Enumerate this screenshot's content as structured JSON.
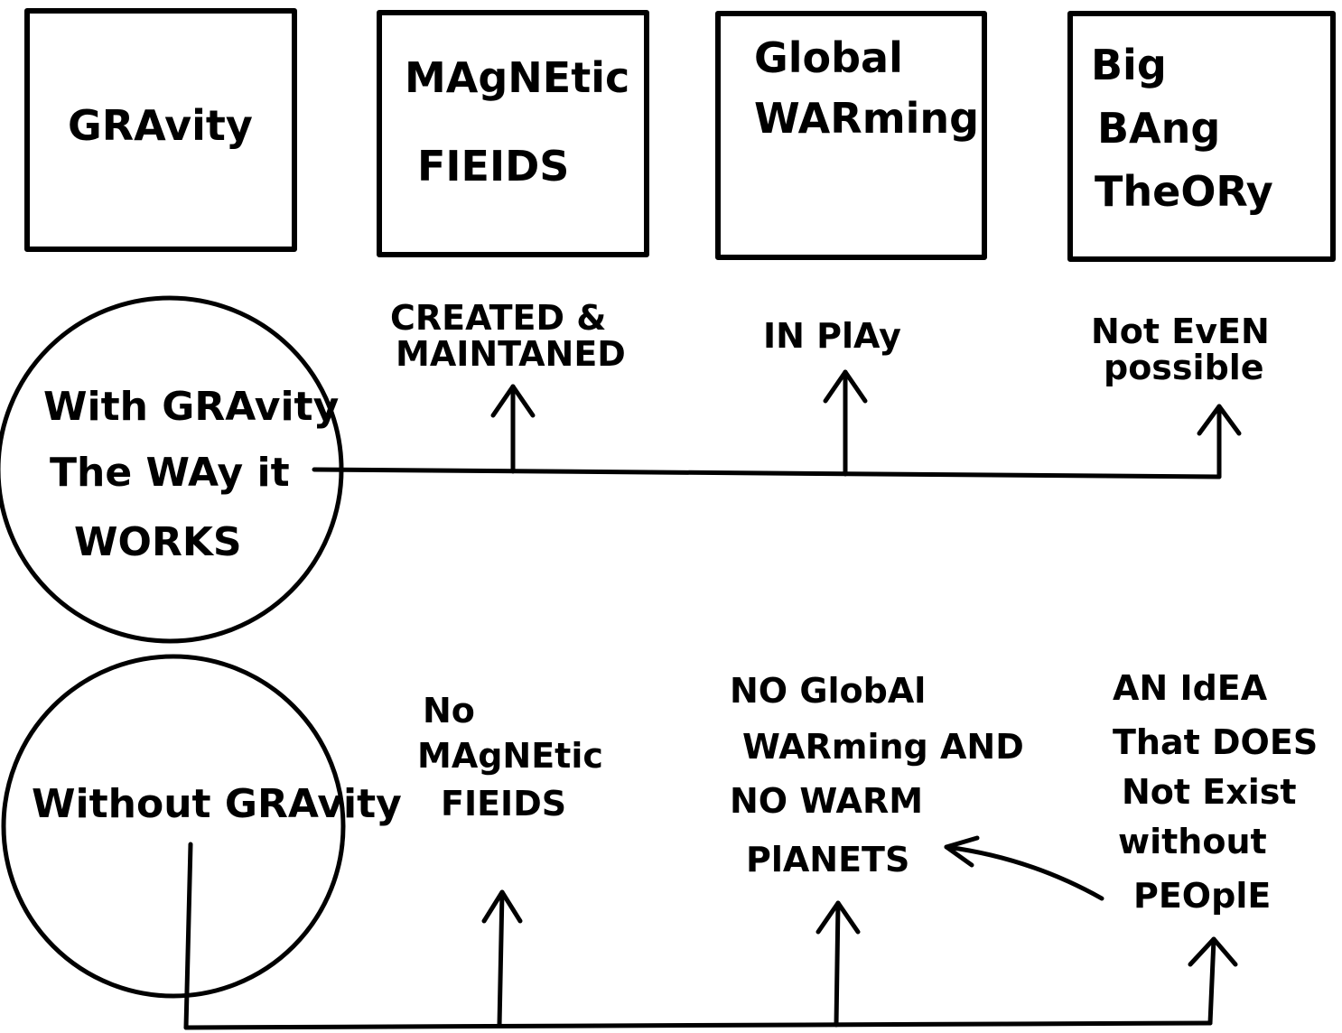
{
  "top_boxes": [
    {
      "lines": [
        "GRAvity"
      ]
    },
    {
      "lines": [
        "MAgNEtic",
        "FIEIDS"
      ]
    },
    {
      "lines": [
        "Global",
        "WARming"
      ]
    },
    {
      "lines": [
        "Big",
        "BAng",
        "TheORy"
      ]
    }
  ],
  "with_gravity": {
    "circle_lines": [
      "With GRAvity",
      "The WAy it",
      "WORKS"
    ],
    "effects": [
      {
        "lines": [
          "CREATED &",
          "MAINTANED"
        ]
      },
      {
        "lines": [
          "IN PlAy"
        ]
      },
      {
        "lines": [
          "Not EvEN",
          "possible"
        ]
      }
    ]
  },
  "without_gravity": {
    "circle_lines": [
      "Without GRAvity"
    ],
    "effects": [
      {
        "lines": [
          "No",
          "MAgNEtic",
          "FIEIDS"
        ]
      },
      {
        "lines": [
          "NO GlobAl",
          "WARming AND",
          "NO WARM",
          "PlANETS"
        ]
      },
      {
        "lines": [
          "AN IdEA",
          "That DOES",
          "Not Exist",
          "without",
          "PEOplE"
        ]
      }
    ]
  }
}
